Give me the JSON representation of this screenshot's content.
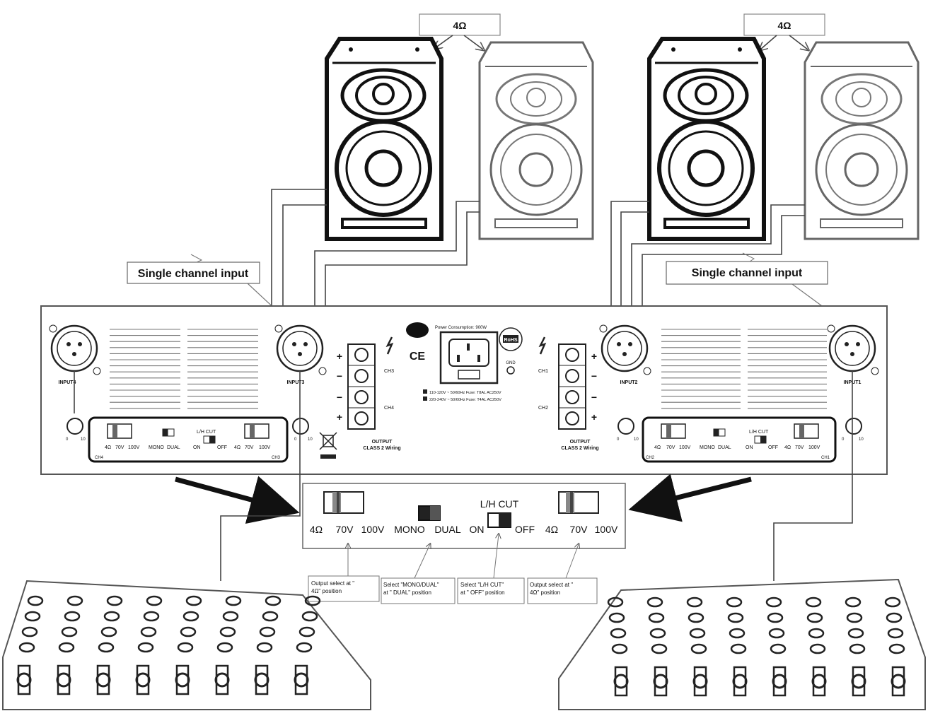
{
  "impedance_labels": {
    "left": "4Ω",
    "right": "4Ω"
  },
  "callouts": {
    "single_channel_left": "Single channel input",
    "single_channel_right": "Single channel input"
  },
  "panel": {
    "inputs": [
      "INPUT4",
      "INPUT3",
      "INPUT2",
      "INPUT1"
    ],
    "power_consumption": "Power Consumption: 900W",
    "fuse_line1": "110-120V ~ 50/60Hz Fuse: T8AL AC250V",
    "fuse_line2": "220-240V ~ 50/60Hz Fuse: T4AL AC250V",
    "gnd": "GND",
    "rohs": "RoHS",
    "ce": "CE",
    "terminals_left": {
      "top": "CH3",
      "bottom": "CH4"
    },
    "terminals_right": {
      "top": "CH1",
      "bottom": "CH2"
    },
    "output_left": "OUTPUT\nCLASS 2 Wiring",
    "output_right": "OUTPUT\nCLASS 2 Wiring",
    "output_left_l1": "OUTPUT",
    "output_left_l2": "CLASS 2 Wiring",
    "output_right_l1": "OUTPUT",
    "output_right_l2": "CLASS 2 Wiring",
    "gain_min": "0",
    "gain_max": "10",
    "small_switch_left": {
      "imp": [
        "4Ω",
        "70V",
        "100V"
      ],
      "mono": "MONO",
      "dual": "DUAL",
      "lhcut": "L/H CUT",
      "on": "ON",
      "off": "OFF",
      "imp2": [
        "4Ω",
        "70V",
        "100V"
      ],
      "ch_a": "CH4",
      "ch_b": "CH3"
    },
    "small_switch_right": {
      "imp": [
        "4Ω",
        "70V",
        "100V"
      ],
      "mono": "MONO",
      "dual": "DUAL",
      "lhcut": "L/H CUT",
      "on": "ON",
      "off": "OFF",
      "imp2": [
        "4Ω",
        "70V",
        "100V"
      ],
      "ch_a": "CH2",
      "ch_b": "CH1"
    }
  },
  "zoom_panel": {
    "imp_left": [
      "4Ω",
      "70V",
      "100V"
    ],
    "mono": "MONO",
    "dual": "DUAL",
    "lhcut": "L/H CUT",
    "on": "ON",
    "off": "OFF",
    "imp_right": [
      "4Ω",
      "70V",
      "100V"
    ]
  },
  "notes": [
    [
      "Output select at \"",
      "4Ω\" position"
    ],
    [
      "Select \"MONO/DUAL\"",
      "at \" DUAL\" position"
    ],
    [
      "Select \"L/H CUT\"",
      "at \" OFF\" position"
    ],
    [
      "Output select at \"",
      "4Ω\" position"
    ]
  ],
  "colors": {
    "line": "#222222",
    "speaker_dark": "#111111",
    "speaker_light": "#666666",
    "background": "#ffffff"
  }
}
